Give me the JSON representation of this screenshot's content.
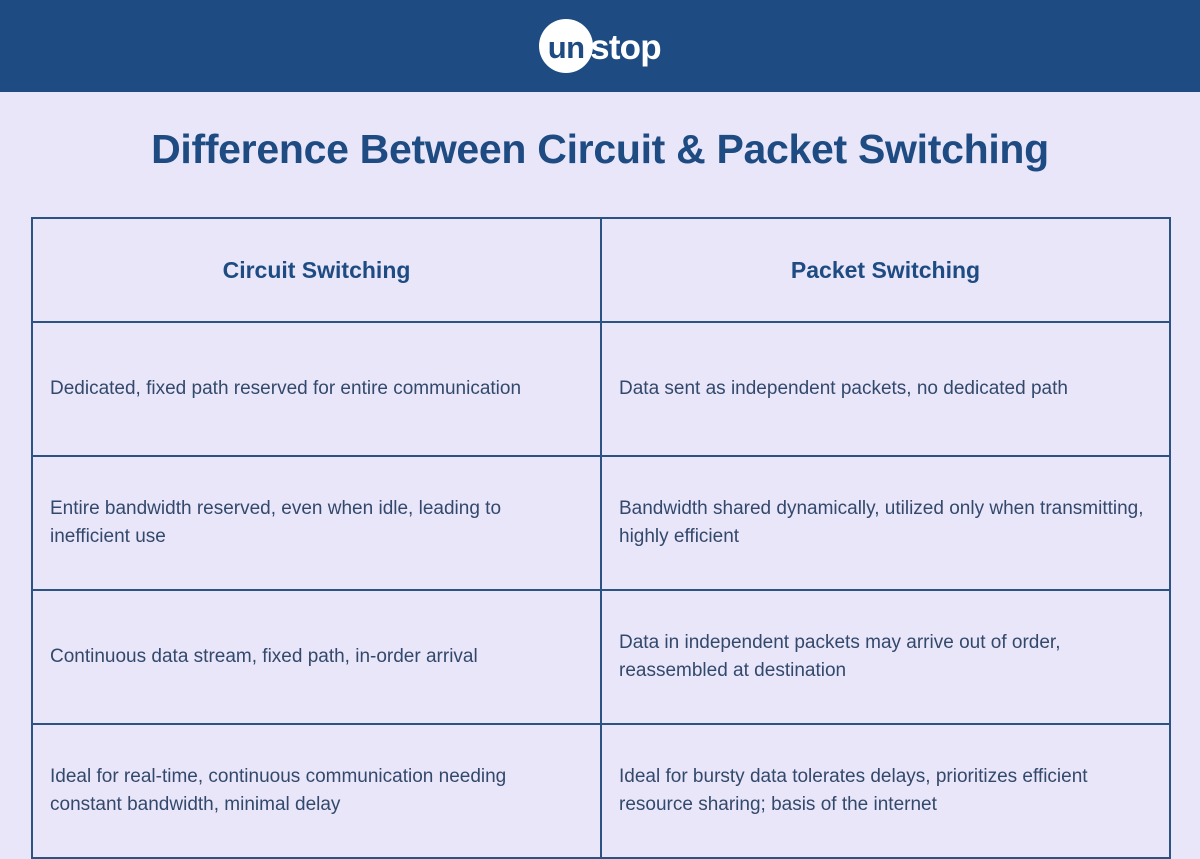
{
  "header": {
    "background_color": "#1d4b82",
    "logo": {
      "name": "unstop-logo",
      "circle_text": "un",
      "outer_text": "stop",
      "full_text": "unstop"
    }
  },
  "page": {
    "background_color": "#e9e6fa",
    "accent_color": "#1d4b82",
    "border_color": "#2d5382",
    "body_text_color": "#33496b",
    "title": "Difference Between Circuit & Packet Switching"
  },
  "table": {
    "columns": [
      {
        "label": "Circuit Switching"
      },
      {
        "label": "Packet Switching"
      }
    ],
    "rows": [
      {
        "circuit": "Dedicated, fixed path reserved for entire communication",
        "packet": "Data sent as independent packets, no dedicated path"
      },
      {
        "circuit": "Entire bandwidth reserved, even when idle, leading to inefficient use",
        "packet": "Bandwidth shared dynamically, utilized only when transmitting, highly efficient"
      },
      {
        "circuit": "Continuous data stream, fixed path, in-order arrival",
        "packet": "Data in independent packets may arrive out of order, reassembled at destination"
      },
      {
        "circuit": "Ideal for real-time, continuous communication needing constant bandwidth, minimal delay",
        "packet": "Ideal for bursty data tolerates delays, prioritizes efficient resource sharing; basis of the internet"
      }
    ]
  }
}
